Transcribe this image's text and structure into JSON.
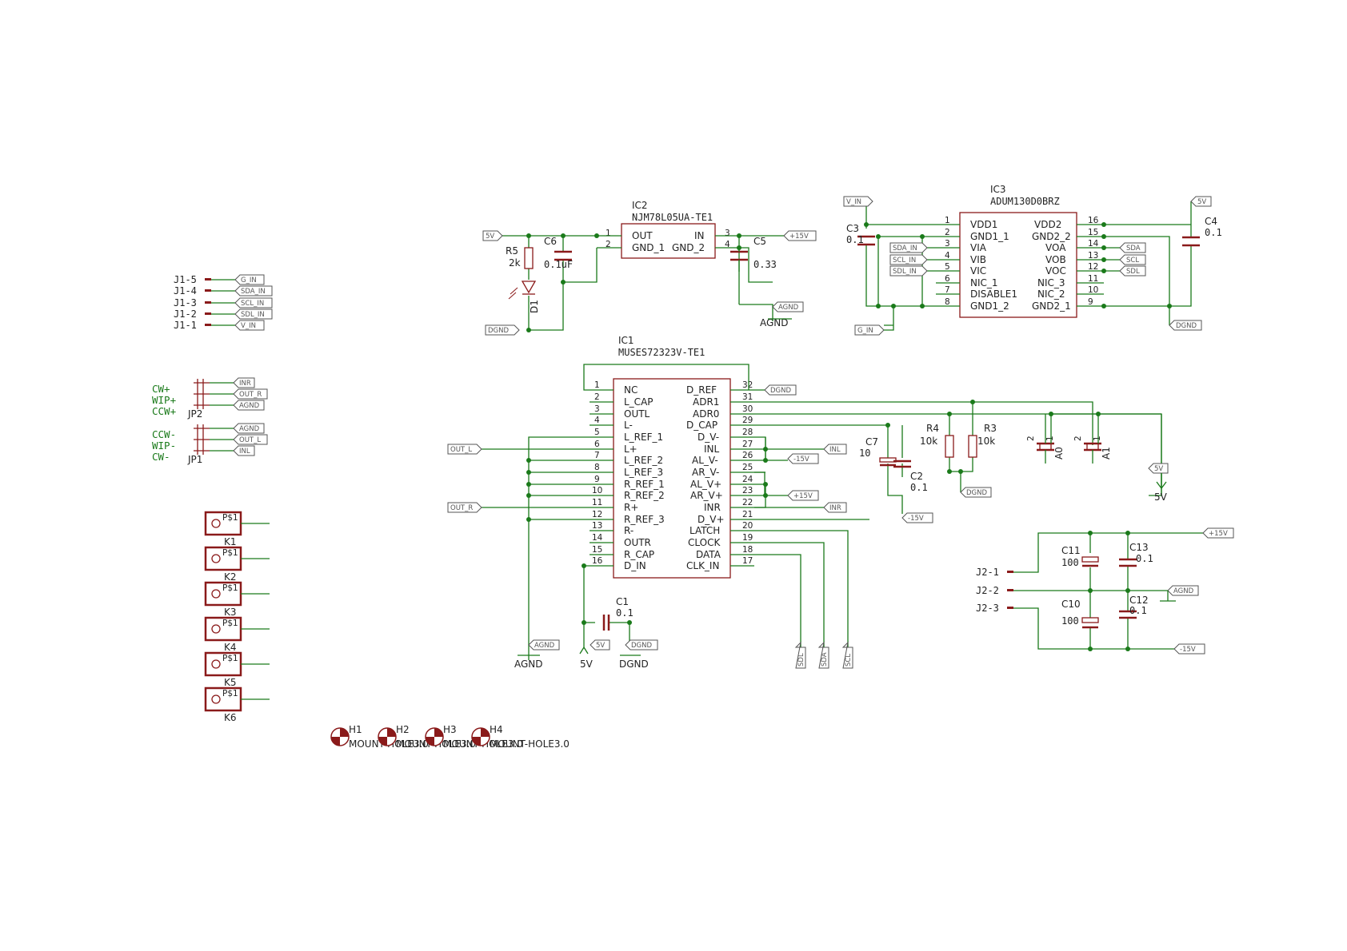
{
  "colors": {
    "wire": "#1a7a1a",
    "part": "#8a1a1a",
    "text": "#222222",
    "label": "#555555"
  },
  "ic2": {
    "ref": "IC2",
    "value": "NJM78L05UA-TE1",
    "pin_names_left": [
      "OUT",
      "GND_1"
    ],
    "pin_names_right": [
      "IN",
      "GND_2"
    ],
    "pin_numbers": [
      "1",
      "2",
      "3",
      "4"
    ]
  },
  "ic3": {
    "ref": "IC3",
    "value": "ADUM130D0BRZ",
    "left_pins": [
      {
        "num": "1",
        "name": "VDD1"
      },
      {
        "num": "2",
        "name": "GND1_1"
      },
      {
        "num": "3",
        "name": "VIA"
      },
      {
        "num": "4",
        "name": "VIB"
      },
      {
        "num": "5",
        "name": "VIC"
      },
      {
        "num": "6",
        "name": "NIC_1"
      },
      {
        "num": "7",
        "name": "DISABLE1"
      },
      {
        "num": "8",
        "name": "GND1_2"
      }
    ],
    "right_pins": [
      {
        "num": "16",
        "name": "VDD2"
      },
      {
        "num": "15",
        "name": "GND2_2"
      },
      {
        "num": "14",
        "name": "VOA"
      },
      {
        "num": "13",
        "name": "VOB"
      },
      {
        "num": "12",
        "name": "VOC"
      },
      {
        "num": "11",
        "name": "NIC_3"
      },
      {
        "num": "10",
        "name": "NIC_2"
      },
      {
        "num": "9",
        "name": "GND2_1"
      }
    ]
  },
  "ic1": {
    "ref": "IC1",
    "value": "MUSES72323V-TE1",
    "left_pins": [
      {
        "num": "1",
        "name": "NC"
      },
      {
        "num": "2",
        "name": "L_CAP"
      },
      {
        "num": "3",
        "name": "OUTL"
      },
      {
        "num": "4",
        "name": "L-"
      },
      {
        "num": "5",
        "name": "L_REF_1"
      },
      {
        "num": "6",
        "name": "L+"
      },
      {
        "num": "7",
        "name": "L_REF_2"
      },
      {
        "num": "8",
        "name": "L_REF_3"
      },
      {
        "num": "9",
        "name": "R_REF_1"
      },
      {
        "num": "10",
        "name": "R_REF_2"
      },
      {
        "num": "11",
        "name": "R+"
      },
      {
        "num": "12",
        "name": "R_REF_3"
      },
      {
        "num": "13",
        "name": "R-"
      },
      {
        "num": "14",
        "name": "OUTR"
      },
      {
        "num": "15",
        "name": "R_CAP"
      },
      {
        "num": "16",
        "name": "D_IN"
      }
    ],
    "right_pins": [
      {
        "num": "32",
        "name": "D_REF"
      },
      {
        "num": "31",
        "name": "ADR1"
      },
      {
        "num": "30",
        "name": "ADR0"
      },
      {
        "num": "29",
        "name": "D_CAP"
      },
      {
        "num": "28",
        "name": "D_V-"
      },
      {
        "num": "27",
        "name": "INL"
      },
      {
        "num": "26",
        "name": "AL_V-"
      },
      {
        "num": "25",
        "name": "AR_V-"
      },
      {
        "num": "24",
        "name": "AL_V+"
      },
      {
        "num": "23",
        "name": "AR_V+"
      },
      {
        "num": "22",
        "name": "INR"
      },
      {
        "num": "21",
        "name": "D_V+"
      },
      {
        "num": "20",
        "name": "LATCH"
      },
      {
        "num": "19",
        "name": "CLOCK"
      },
      {
        "num": "18",
        "name": "DATA"
      },
      {
        "num": "17",
        "name": "CLK_IN"
      }
    ]
  },
  "passives": {
    "r5": {
      "ref": "R5",
      "value": "2k"
    },
    "c6": {
      "ref": "C6",
      "value": "0.1uF"
    },
    "d1": {
      "ref": "D1"
    },
    "c5": {
      "ref": "C5",
      "value": "0.33"
    },
    "c3": {
      "ref": "C3",
      "value": "0.1"
    },
    "c4": {
      "ref": "C4",
      "value": "0.1"
    },
    "c7": {
      "ref": "C7",
      "value": "10"
    },
    "c2": {
      "ref": "C2",
      "value": "0.1"
    },
    "r4": {
      "ref": "R4",
      "value": "10k"
    },
    "r3": {
      "ref": "R3",
      "value": "10k"
    },
    "a0": {
      "ref": "A0"
    },
    "a1": {
      "ref": "A1"
    },
    "c1": {
      "ref": "C1",
      "value": "0.1"
    },
    "c11": {
      "ref": "C11",
      "value": "100"
    },
    "c13": {
      "ref": "C13",
      "value": "0.1"
    },
    "c10": {
      "ref": "C10",
      "value": "100"
    },
    "c12": {
      "ref": "C12",
      "value": "0.1"
    },
    "pin2": "2",
    "pin1": "1"
  },
  "net_labels": {
    "v5": "5V",
    "v15p": "+15V",
    "v15n": "-15V",
    "dgnd": "DGND",
    "agnd": "AGND",
    "v_in": "V_IN",
    "g_in": "G_IN",
    "sda_in": "SDA_IN",
    "scl_in": "SCL_IN",
    "sdl_in": "SDL_IN",
    "sda": "SDA",
    "scl": "SCL",
    "sdl": "SDL",
    "inl": "INL",
    "inr": "INR",
    "out_l": "OUT_L",
    "out_r": "OUT_R"
  },
  "supply_text": {
    "agnd_c5": "AGND",
    "v5_arrow": "5V",
    "agnd_bottom": "AGND",
    "v5_bottom": "5V",
    "dgnd_bottom": "DGND"
  },
  "j1": {
    "pins": [
      "J1-5",
      "J1-4",
      "J1-3",
      "J1-2",
      "J1-1"
    ]
  },
  "j2": {
    "pins": [
      "J2-1",
      "J2-2",
      "J2-3"
    ]
  },
  "jp2": {
    "ref": "JP2",
    "labels": [
      "CW+",
      "WIP+",
      "CCW+"
    ]
  },
  "jp1": {
    "ref": "JP1",
    "labels": [
      "CCW-",
      "WIP-",
      "CW-"
    ]
  },
  "pads": {
    "pad_label": "P$1",
    "refs": [
      "K1",
      "K2",
      "K3",
      "K4",
      "K5",
      "K6"
    ]
  },
  "holes": {
    "refs": [
      "H1",
      "H2",
      "H3",
      "H4"
    ],
    "values": [
      "MOUNT-HOLE3.0",
      "MOUNT-HOLE3.0",
      "MOUNT-HOLE3.0",
      "MOUNT-HOLE3.0"
    ]
  }
}
